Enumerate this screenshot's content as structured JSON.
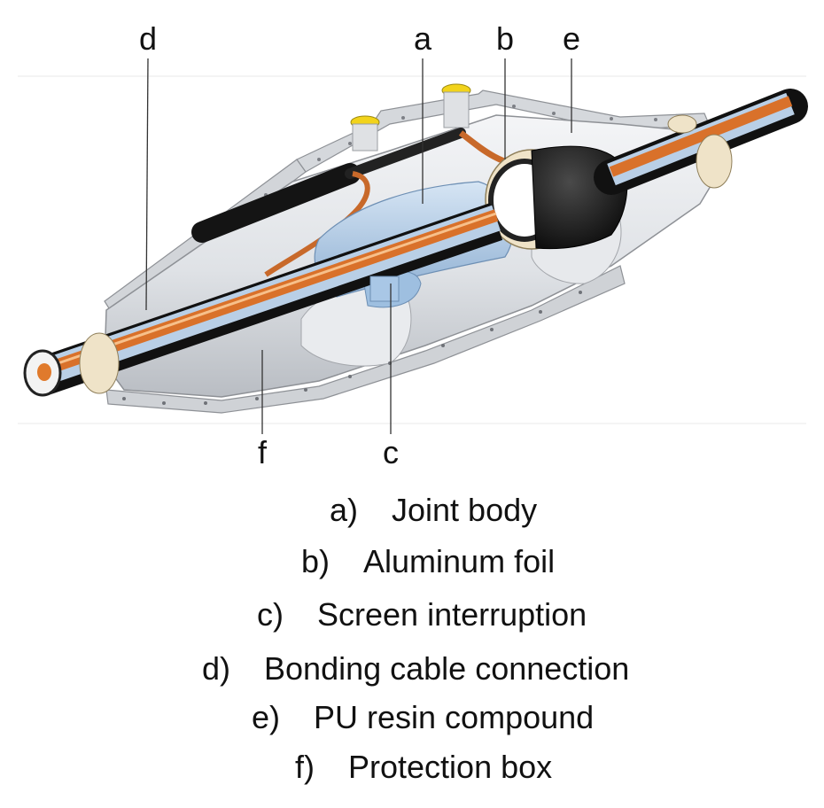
{
  "callouts": {
    "a": "a",
    "b": "b",
    "c": "c",
    "d": "d",
    "e": "e",
    "f": "f"
  },
  "legend": [
    {
      "key": "a)",
      "text": "Joint body"
    },
    {
      "key": "b)",
      "text": "Aluminum foil"
    },
    {
      "key": "c)",
      "text": "Screen interruption"
    },
    {
      "key": "d)",
      "text": "Bonding cable connection"
    },
    {
      "key": "e)",
      "text": "PU resin compound"
    },
    {
      "key": "f)",
      "text": "Protection box"
    }
  ],
  "colors": {
    "housing": "#e4e6e9",
    "housing_edge": "#8e9196",
    "copper": "#d9712a",
    "insulation_blue": "#b9cfe6",
    "black": "#141414",
    "cream": "#efe3c8",
    "yellow": "#f2d31b"
  }
}
